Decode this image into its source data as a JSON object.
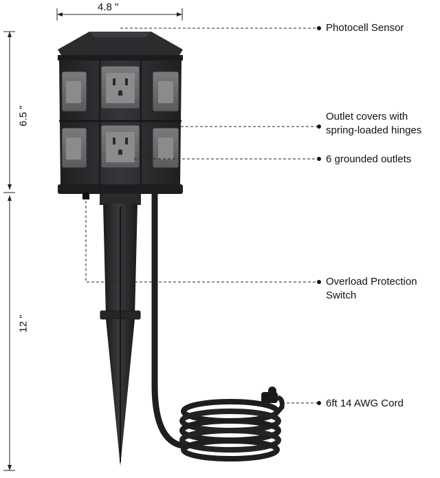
{
  "dimensions": {
    "width": "4.8 \"",
    "upper_height": "6.5 \"",
    "lower_height": "12 \""
  },
  "callouts": {
    "photocell": "Photocell Sensor",
    "covers_line1": "Outlet covers with",
    "covers_line2": "spring-loaded hinges",
    "outlets": "6 grounded outlets",
    "overload_line1": "Overload Protection",
    "overload_line2": "Switch",
    "cord": "6ft 14 AWG Cord"
  },
  "colors": {
    "body": "#2a2a2c",
    "body_light": "#3a3a3d",
    "cover": "#6d6e70",
    "socket": "#8a8b8d",
    "line": "#222222"
  }
}
